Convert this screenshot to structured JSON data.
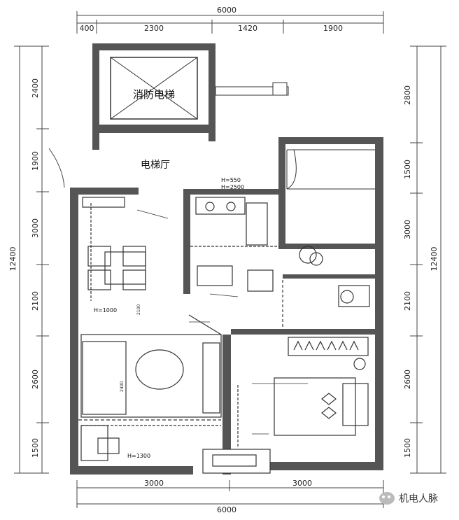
{
  "dimensions": {
    "top_total": "6000",
    "top_segments": [
      "400",
      "2300",
      "1420",
      "1900"
    ],
    "bottom_segments": [
      "3000",
      "3000"
    ],
    "bottom_total": "6000",
    "left_total": "12400",
    "left_segments": [
      "2400",
      "1900",
      "3000",
      "2100",
      "2600",
      "1500"
    ],
    "right_total": "12400",
    "right_segments": [
      "2800",
      "1500",
      "3000",
      "2100",
      "2600",
      "1500"
    ]
  },
  "rooms": {
    "fire_elevator": "消防电梯",
    "elevator_hall": "电梯厅"
  },
  "annotations": {
    "h550": "H=550",
    "h2500": "H=2500",
    "h1000": "H=1000",
    "h1300": "H=1300",
    "v2400": "2400",
    "v2100": "2100"
  },
  "watermark": "机电人脉"
}
